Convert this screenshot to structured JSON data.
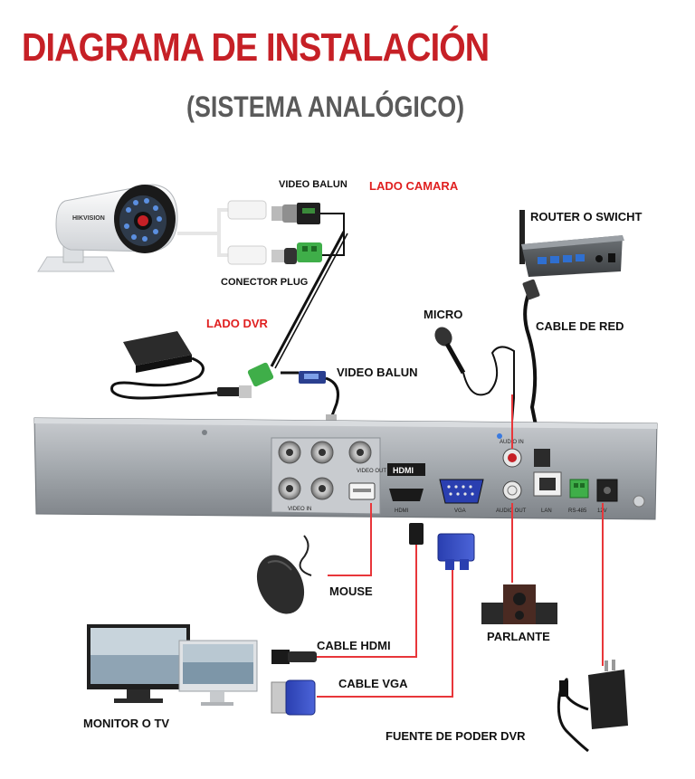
{
  "title": "DIAGRAMA DE INSTALACIÓN",
  "subtitle": "(SISTEMA ANALÓGICO)",
  "labels": {
    "video_balun_top": "VIDEO BALUN",
    "lado_camara": "LADO CAMARA",
    "conector_plug": "CONECTOR PLUG",
    "router": "ROUTER O SWICHT",
    "lado_dvr": "LADO DVR",
    "micro": "MICRO",
    "cable_red": "CABLE DE RED",
    "video_balun_dvr": "VIDEO BALUN",
    "mouse": "MOUSE",
    "parlante": "PARLANTE",
    "cable_hdmi": "CABLE HDMI",
    "cable_vga": "CABLE VGA",
    "monitor": "MONITOR O TV",
    "fuente": "FUENTE DE PODER DVR"
  },
  "camera_brand": "HIKVISION",
  "dvr_panel": {
    "video_in": "VIDEO IN",
    "video_out": "VIDEO OUT",
    "hdmi_logo": "HDMI",
    "hdmi": "HDMI",
    "vga": "VGA",
    "audio_in": "AUDIO IN",
    "audio_out": "AUDIO OUT",
    "lan": "LAN",
    "rs485": "RS-485",
    "power": "12V"
  },
  "colors": {
    "title_red": "#c62026",
    "label_red": "#e02020",
    "cable_red": "#e8363a",
    "dvr_body": "#9aa0a6"
  }
}
